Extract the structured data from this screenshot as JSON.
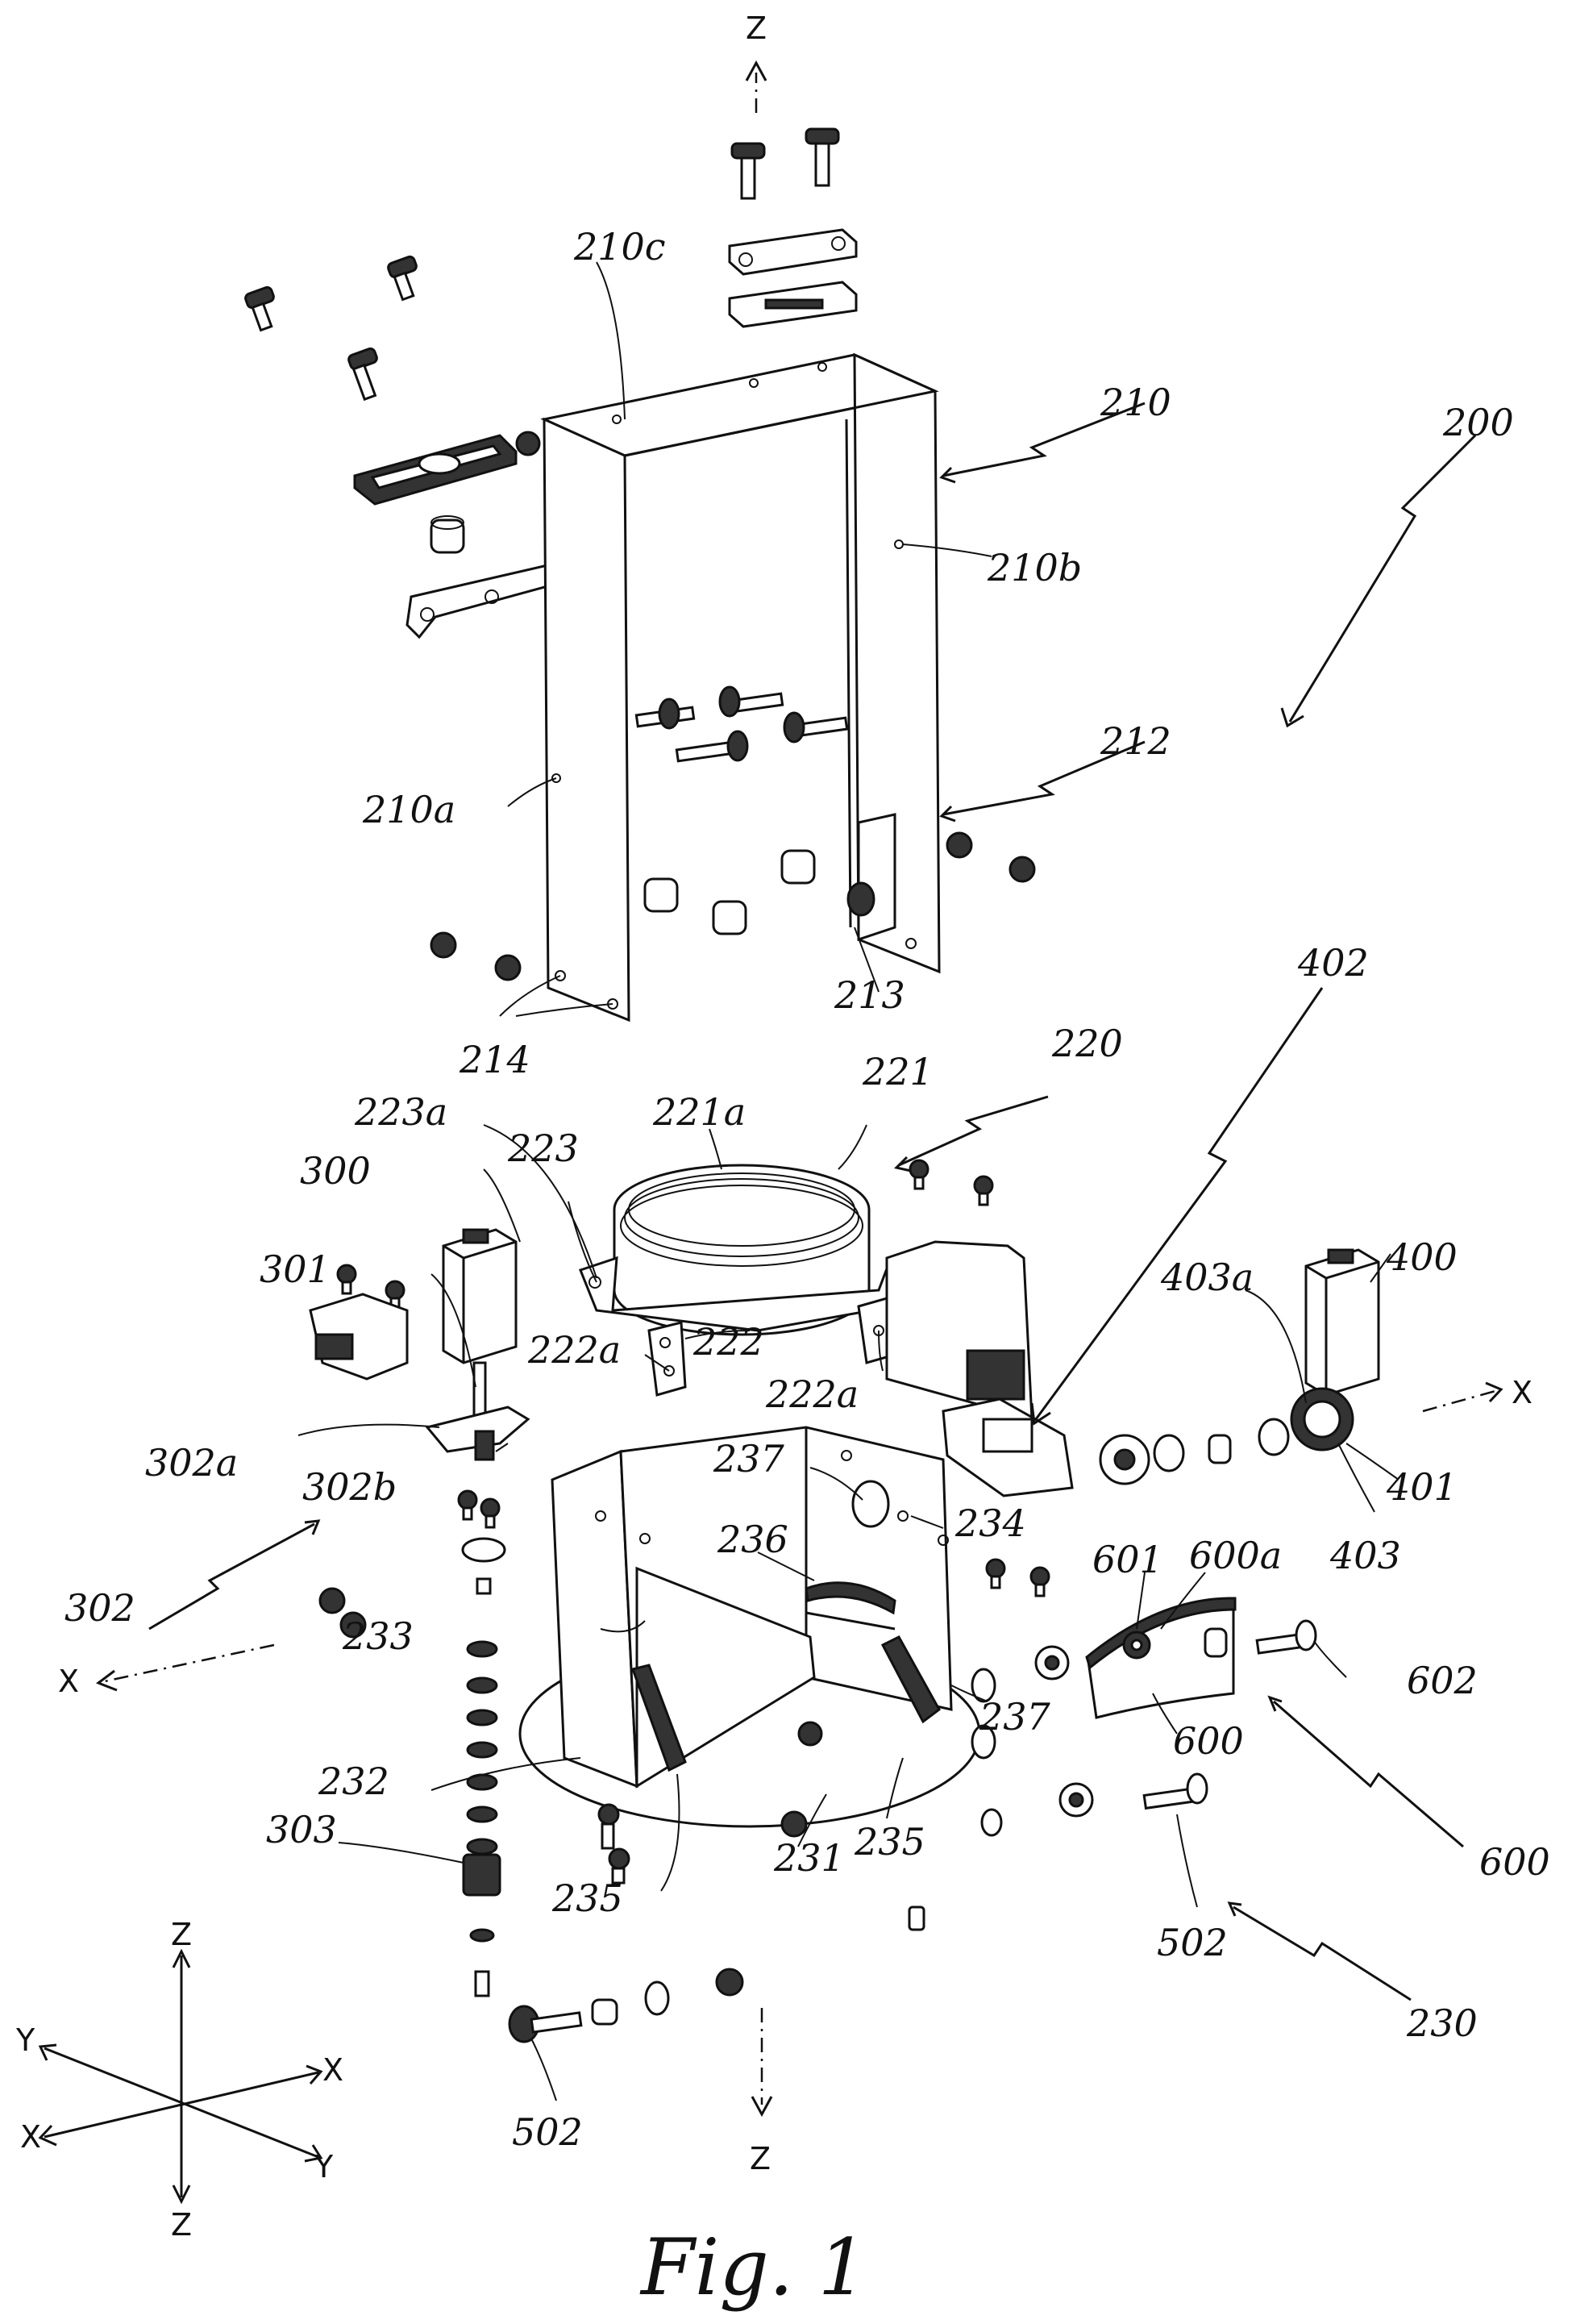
{
  "labels": {
    "l200": "200",
    "l210": "210",
    "l210a": "210a",
    "l210b": "210b",
    "l210c": "210c",
    "l212": "212",
    "l213": "213",
    "l214": "214",
    "l220": "220",
    "l221": "221",
    "l221a": "221a",
    "l222": "222",
    "l222a_1": "222a",
    "l222a_2": "222a",
    "l223": "223",
    "l223a": "223a",
    "l230": "230",
    "l231": "231",
    "l232": "232",
    "l233": "233",
    "l234": "234",
    "l235_1": "235",
    "l235_2": "235",
    "l236": "236",
    "l237_1": "237",
    "l237_2": "237",
    "l300": "300",
    "l301": "301",
    "l302": "302",
    "l302a": "302a",
    "l302b": "302b",
    "l303": "303",
    "l400": "400",
    "l401": "401",
    "l402": "402",
    "l403": "403",
    "l403a": "403a",
    "l502_1": "502",
    "l502_2": "502",
    "l600_1": "600",
    "l600_2": "600",
    "l600a": "600a",
    "l601": "601",
    "l602": "602"
  },
  "axes": {
    "z_top": "Z",
    "z_bottom": "Z",
    "x_right": "X",
    "x_left": "X",
    "tri_z_top": "Z",
    "tri_z_bottom": "Z",
    "tri_x_right": "X",
    "tri_x_left": "X",
    "tri_y_left": "Y",
    "tri_y_right": "Y"
  },
  "caption": "Fig. 1"
}
